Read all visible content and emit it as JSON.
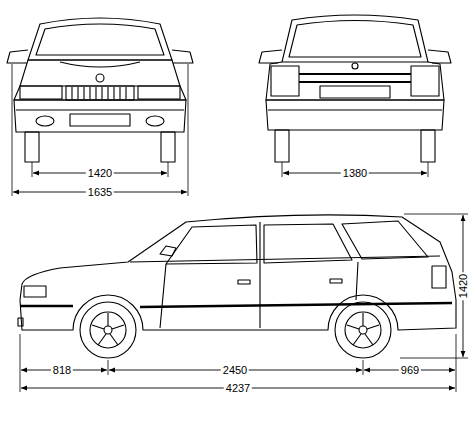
{
  "diagram": {
    "labels": [
      "1420",
      "1635",
      "1380",
      "1420",
      "818",
      "2450",
      "969",
      "4237"
    ]
  }
}
